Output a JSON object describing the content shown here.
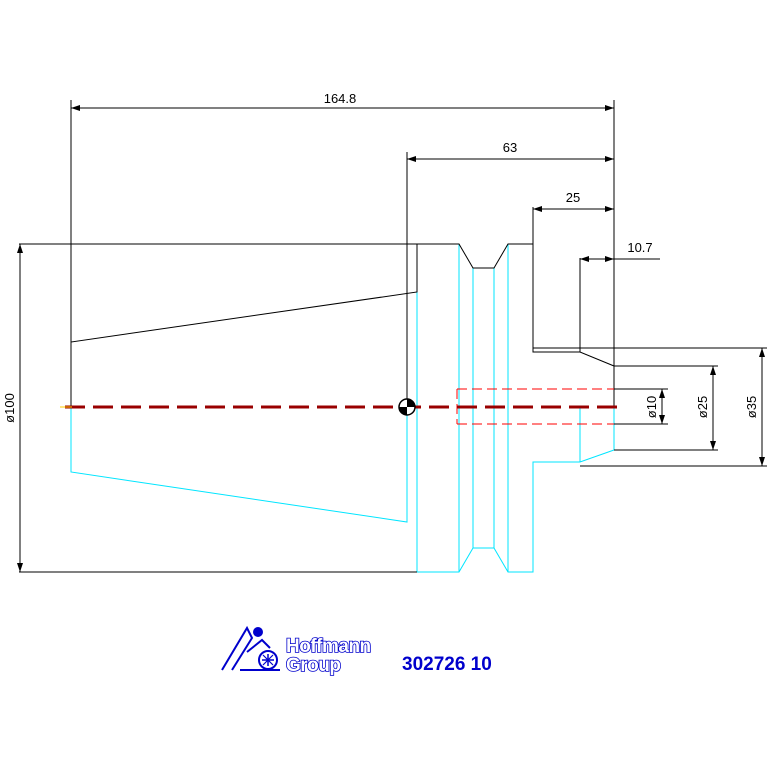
{
  "dimensions": {
    "overall_length": "164.8",
    "taper_section": "63",
    "shank_length": "25",
    "tip_length": "10.7",
    "diameter_flange": "ø100",
    "diameter_bore": "ø10",
    "diameter_shank_inner": "ø25",
    "diameter_shank_outer": "ø35"
  },
  "logo": {
    "line1": "Hoffmann",
    "line2": "Group"
  },
  "part_number": "302726 10",
  "colors": {
    "outline": "#000000",
    "hidden_lower": "#00e5ff",
    "centerline": "#990000",
    "bore_hidden": "#ff0000",
    "brand": "#0000cc"
  }
}
